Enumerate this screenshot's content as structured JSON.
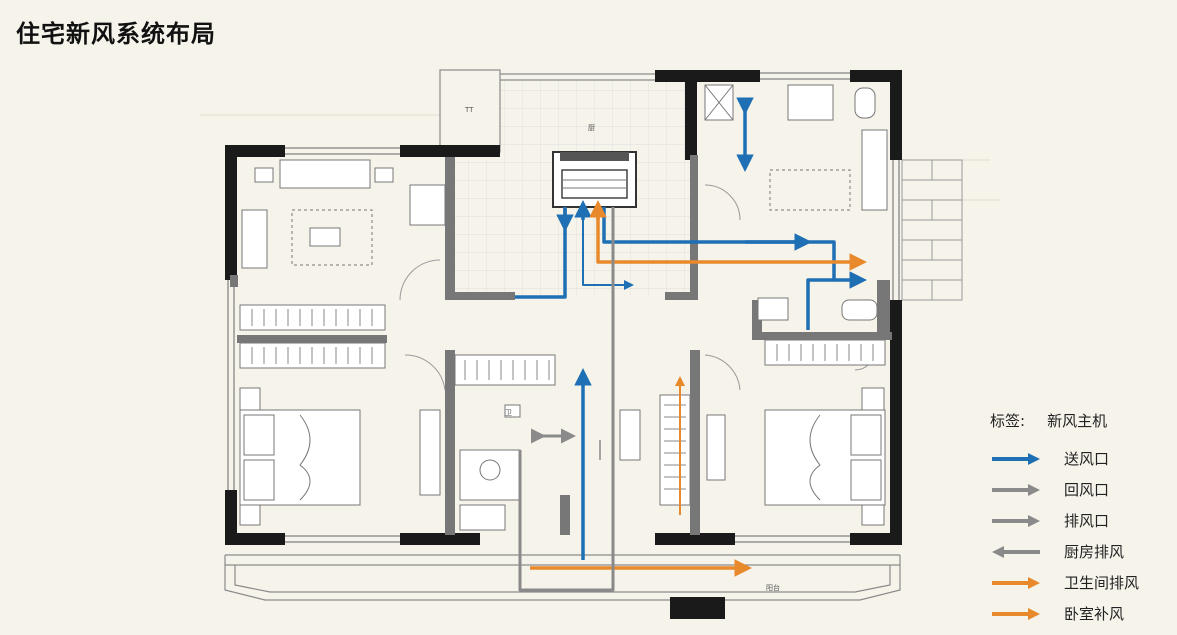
{
  "page": {
    "title": "住宅新风系统布局"
  },
  "plan": {
    "room_labels": [
      "TT",
      "厨",
      "卫",
      "阳台"
    ]
  },
  "legend": {
    "label_title": "标签:",
    "unit_label": "新风主机",
    "items": [
      {
        "label": "送风口",
        "color": "#1f6fb5"
      },
      {
        "label": "回风口",
        "color": "#8a8a8a"
      },
      {
        "label": "排风口",
        "color": "#8a8a8a"
      },
      {
        "label": "厨房排风",
        "color": "#8a8a8a"
      },
      {
        "label": "卫生间排风",
        "color": "#e8892b"
      },
      {
        "label": "卧室补风",
        "color": "#e8892b"
      }
    ]
  },
  "colors": {
    "supply": "#1f6fb5",
    "return": "#8a8a8a",
    "exhaust": "#e8892b",
    "wall": "#1a1a1a",
    "partition": "#777777"
  }
}
